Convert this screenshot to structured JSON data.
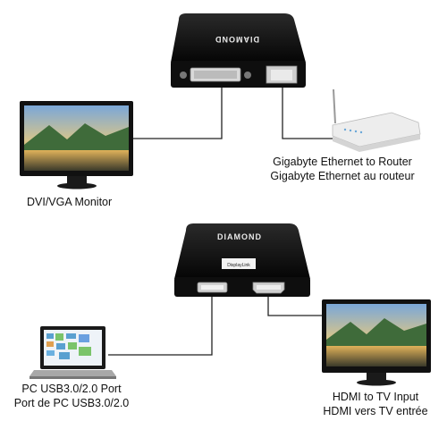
{
  "devices": {
    "dock_logo_top": "DIAMOND",
    "dock_logo_bottom": "DIAMOND",
    "dock_bottom_sublabel": "DisplayLink"
  },
  "captions": {
    "router_en": "Gigabyte Ethernet to Router",
    "router_fr": "Gigabyte Ethernet au routeur",
    "monitor": "DVI/VGA Monitor",
    "pc_en": "PC USB3.0/2.0 Port",
    "pc_fr": "Port de PC USB3.0/2.0",
    "tv_en": "HDMI to TV Input",
    "tv_fr": "HDMI vers TV entrée"
  },
  "colors": {
    "device_body": "#111111",
    "cable": "#222222",
    "router_body": "#eeeeee"
  }
}
